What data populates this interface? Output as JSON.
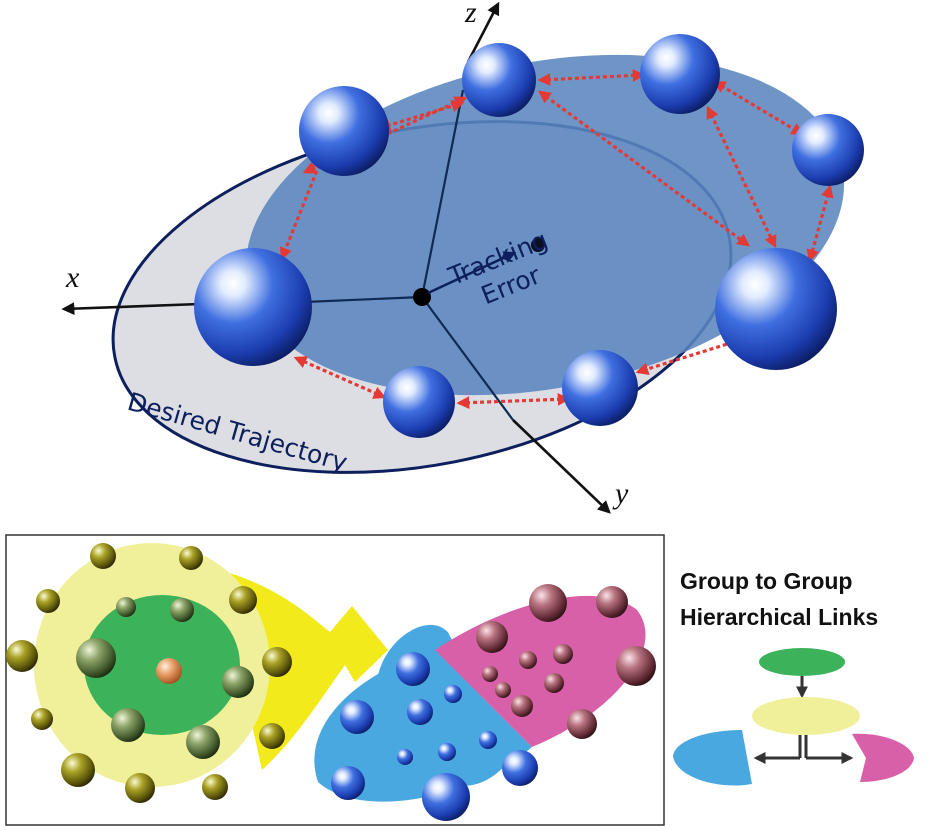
{
  "top_diagram": {
    "axes": {
      "x": "x",
      "y": "y",
      "z": "z"
    },
    "tracking_error": {
      "line1": "Tracking",
      "line2": "Error"
    },
    "desired_trajectory": "Desired Trajectory"
  },
  "bottom_panel": {
    "title_line1": "Group to Group",
    "title_line2": "Hierarchical Links"
  },
  "colors": {
    "sphere_blue": "#1c4bc8",
    "ellipse_fill": "#5d88c0",
    "trajectory_fill": "#d9dbe0",
    "link_red": "#e53935",
    "green_group": "#3cb35a",
    "yellow_group": "#f0f09a",
    "blue_group": "#4aa8e0",
    "pink_group": "#d860a8",
    "arrow_yellow": "#f3ea1c"
  }
}
